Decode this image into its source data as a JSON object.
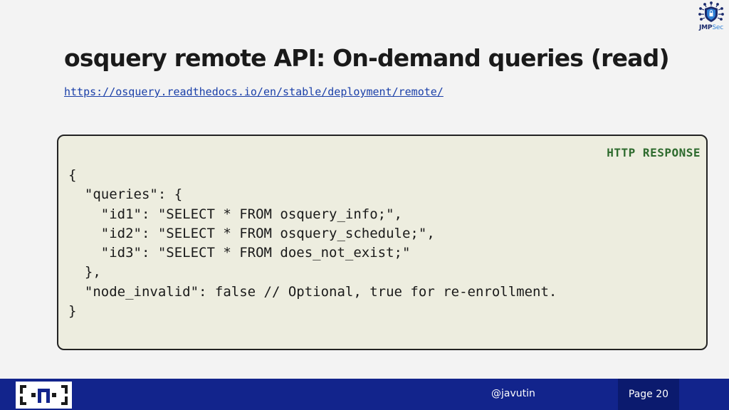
{
  "slide": {
    "title": "osquery remote API: On-demand queries (read)",
    "link": "https://osquery.readthedocs.io/en/stable/deployment/remote/"
  },
  "code_block": {
    "label": "HTTP RESPONSE",
    "lines": [
      "{",
      "  \"queries\": {",
      "    \"id1\": \"SELECT * FROM osquery_info;\",",
      "    \"id2\": \"SELECT * FROM osquery_schedule;\",",
      "    \"id3\": \"SELECT * FROM does_not_exist;\"",
      "  },",
      "  \"node_invalid\": false // Optional, true for re-enrollment.",
      "}"
    ]
  },
  "footer": {
    "handle": "@javutin",
    "page": "Page 20",
    "logo_icon": "bracket-n-logo-icon"
  },
  "brand": {
    "name_main": "JMP",
    "name_accent": "Sec",
    "icon": "shield-circuit-icon"
  },
  "colors": {
    "footer_bg": "#12248c",
    "code_bg": "#ededdf",
    "label_green": "#2e6b2e",
    "link_blue": "#1a3fa8"
  }
}
